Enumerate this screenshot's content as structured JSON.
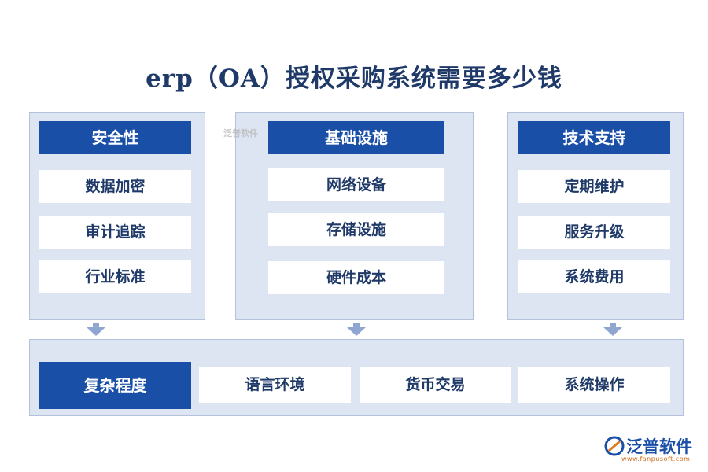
{
  "title": "erp（OA）授权采购系统需要多少钱",
  "colors": {
    "accent": "#1a4fa8",
    "panel": "#dde5f3",
    "text": "#1f3a68"
  },
  "columns": [
    {
      "header": "安全性",
      "items": [
        "数据加密",
        "审计追踪",
        "行业标准"
      ]
    },
    {
      "header": "基础设施",
      "items": [
        "网络设备",
        "存储设施",
        "硬件成本"
      ]
    },
    {
      "header": "技术支持",
      "items": [
        "定期维护",
        "服务升级",
        "系统费用"
      ]
    }
  ],
  "bottom": {
    "header": "复杂程度",
    "items": [
      "语言环境",
      "货币交易",
      "系统操作"
    ]
  },
  "watermark": {
    "small": "泛普软件",
    "brand": "泛普软件",
    "url": "www.fanpusoft.com"
  }
}
